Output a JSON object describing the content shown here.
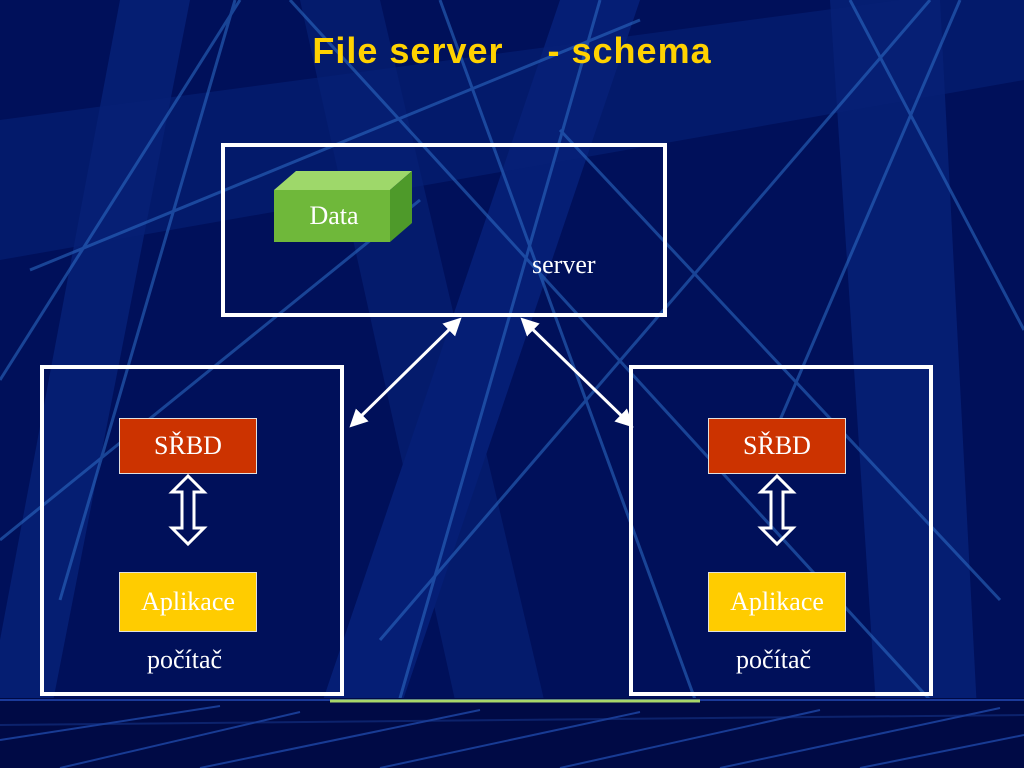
{
  "title": "File server    - schema",
  "server": {
    "data_label": "Data",
    "label": "server"
  },
  "clients": [
    {
      "dbms_label": "SŘBD",
      "app_label": "Aplikace",
      "label": "počítač"
    },
    {
      "dbms_label": "SŘBD",
      "app_label": "Aplikace",
      "label": "počítač"
    }
  ],
  "colors": {
    "background": "#00105a",
    "title": "#ffd200",
    "data_box": "#6fb83a",
    "dbms_box": "#cc3300",
    "app_box": "#ffcc00",
    "frame": "#ffffff"
  }
}
